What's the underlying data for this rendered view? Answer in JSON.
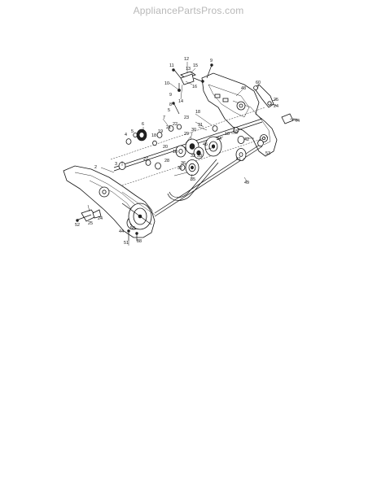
{
  "watermark": "AppliancePartsPros.com",
  "labels": [
    {
      "id": "l12",
      "text": "12"
    },
    {
      "id": "l9a",
      "text": "9"
    },
    {
      "id": "l11",
      "text": "11"
    },
    {
      "id": "l15",
      "text": "15"
    },
    {
      "id": "l13",
      "text": "13"
    },
    {
      "id": "l10",
      "text": "10"
    },
    {
      "id": "l16",
      "text": "16"
    },
    {
      "id": "l14",
      "text": "14"
    },
    {
      "id": "l9b",
      "text": "9"
    },
    {
      "id": "l48",
      "text": "48"
    },
    {
      "id": "l60",
      "text": "60"
    },
    {
      "id": "l8",
      "text": "8"
    },
    {
      "id": "l5a",
      "text": "5"
    },
    {
      "id": "l18a",
      "text": "18"
    },
    {
      "id": "l23",
      "text": "23"
    },
    {
      "id": "l31",
      "text": "31"
    },
    {
      "id": "l25a",
      "text": "25"
    },
    {
      "id": "l24a",
      "text": "24"
    },
    {
      "id": "l44a",
      "text": "44"
    },
    {
      "id": "l6",
      "text": "6"
    },
    {
      "id": "l7",
      "text": "7"
    },
    {
      "id": "l21",
      "text": "21"
    },
    {
      "id": "l22",
      "text": "22"
    },
    {
      "id": "l19",
      "text": "19"
    },
    {
      "id": "l18b",
      "text": "18"
    },
    {
      "id": "l5b",
      "text": "5"
    },
    {
      "id": "l4",
      "text": "4"
    },
    {
      "id": "l29",
      "text": "29"
    },
    {
      "id": "l30",
      "text": "30"
    },
    {
      "id": "l20",
      "text": "20"
    },
    {
      "id": "l34",
      "text": "34"
    },
    {
      "id": "l18c",
      "text": "18"
    },
    {
      "id": "l18d",
      "text": "18"
    },
    {
      "id": "l45",
      "text": "45"
    },
    {
      "id": "l42",
      "text": "42"
    },
    {
      "id": "l53",
      "text": "53"
    },
    {
      "id": "l18e",
      "text": "18"
    },
    {
      "id": "l32",
      "text": "32"
    },
    {
      "id": "l33",
      "text": "33"
    },
    {
      "id": "l3",
      "text": "3"
    },
    {
      "id": "l2",
      "text": "2"
    },
    {
      "id": "l27",
      "text": "27"
    },
    {
      "id": "l28",
      "text": "28"
    },
    {
      "id": "l36",
      "text": "36"
    },
    {
      "id": "l37",
      "text": "37"
    },
    {
      "id": "l35",
      "text": "35"
    },
    {
      "id": "l41",
      "text": "41"
    },
    {
      "id": "l49",
      "text": "49"
    },
    {
      "id": "l52",
      "text": "52"
    },
    {
      "id": "l25b",
      "text": "25"
    },
    {
      "id": "l24b",
      "text": "24"
    },
    {
      "id": "l44b",
      "text": "44"
    },
    {
      "id": "l50",
      "text": "50"
    },
    {
      "id": "l51",
      "text": "51"
    },
    {
      "id": "l88",
      "text": "88"
    }
  ]
}
